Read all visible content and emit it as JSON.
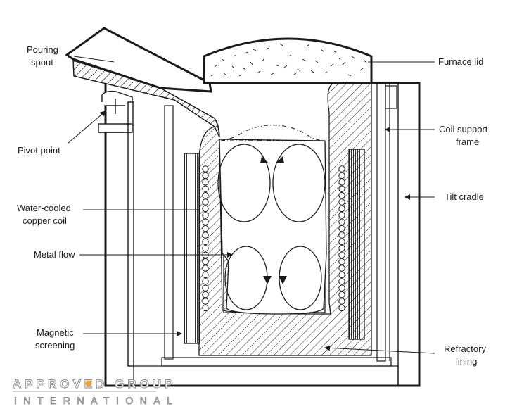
{
  "labels": {
    "pouring_spout": [
      "Pouring",
      "spout"
    ],
    "pivot_point": "Pivot point",
    "copper_coil": [
      "Water-cooled",
      "copper coil"
    ],
    "metal_flow": "Metal flow",
    "magnetic_screening": [
      "Magnetic",
      "screening"
    ],
    "furnace_lid": "Furnace lid",
    "coil_support_frame": [
      "Coil support",
      "frame"
    ],
    "tilt_cradle": "Tilt cradle",
    "refractory_lining": [
      "Refractory",
      "lining"
    ]
  },
  "logo": {
    "line1": "APPROVED GROUP",
    "line2": "INTERNATIONAL",
    "accent_color": "#e8a33a",
    "outline_color": "#8a8a8a"
  },
  "colors": {
    "ink": "#1a1a1a",
    "background": "#ffffff"
  }
}
